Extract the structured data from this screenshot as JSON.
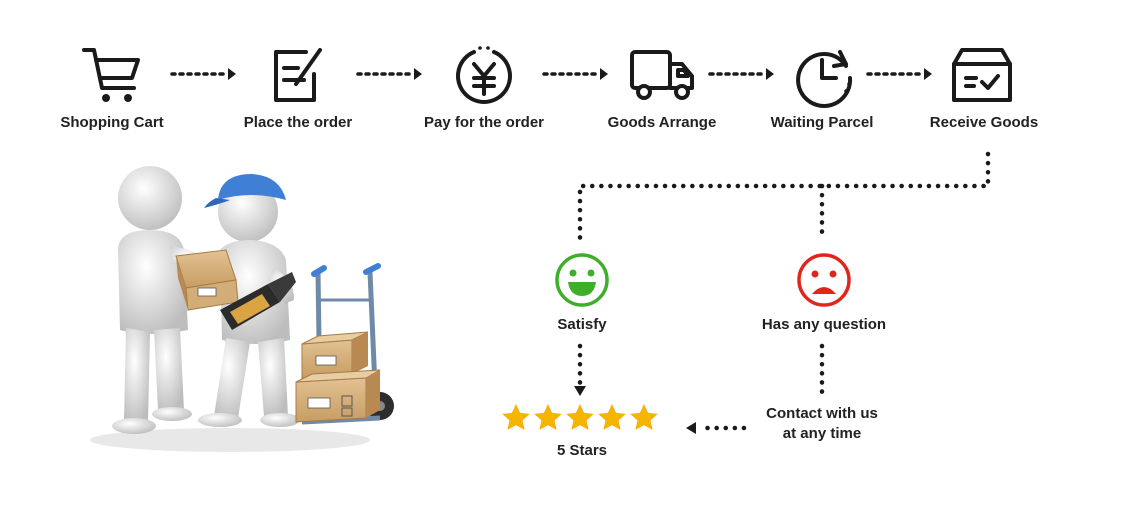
{
  "steps": [
    {
      "label": "Shopping Cart",
      "icon": "shopping-cart-icon"
    },
    {
      "label": "Place the order",
      "icon": "order-form-icon"
    },
    {
      "label": "Pay for the order",
      "icon": "yuan-coin-icon"
    },
    {
      "label": "Goods Arrange",
      "icon": "delivery-truck-icon"
    },
    {
      "label": "Waiting Parcel",
      "icon": "clock-icon"
    },
    {
      "label": "Receive Goods",
      "icon": "parcel-box-icon"
    }
  ],
  "outcomes": {
    "satisfy": {
      "label": "Satisfy",
      "icon": "happy-face-icon",
      "color": "#3fae2a"
    },
    "question": {
      "label": "Has any question",
      "icon": "sad-face-icon",
      "color": "#e0261c"
    }
  },
  "contact": {
    "line1": "Contact with us",
    "line2": "at any time"
  },
  "rating": {
    "label": "5 Stars",
    "stars": 5,
    "color": "#f5b400"
  },
  "illustration": {
    "name": "courier-delivery-illustration"
  }
}
